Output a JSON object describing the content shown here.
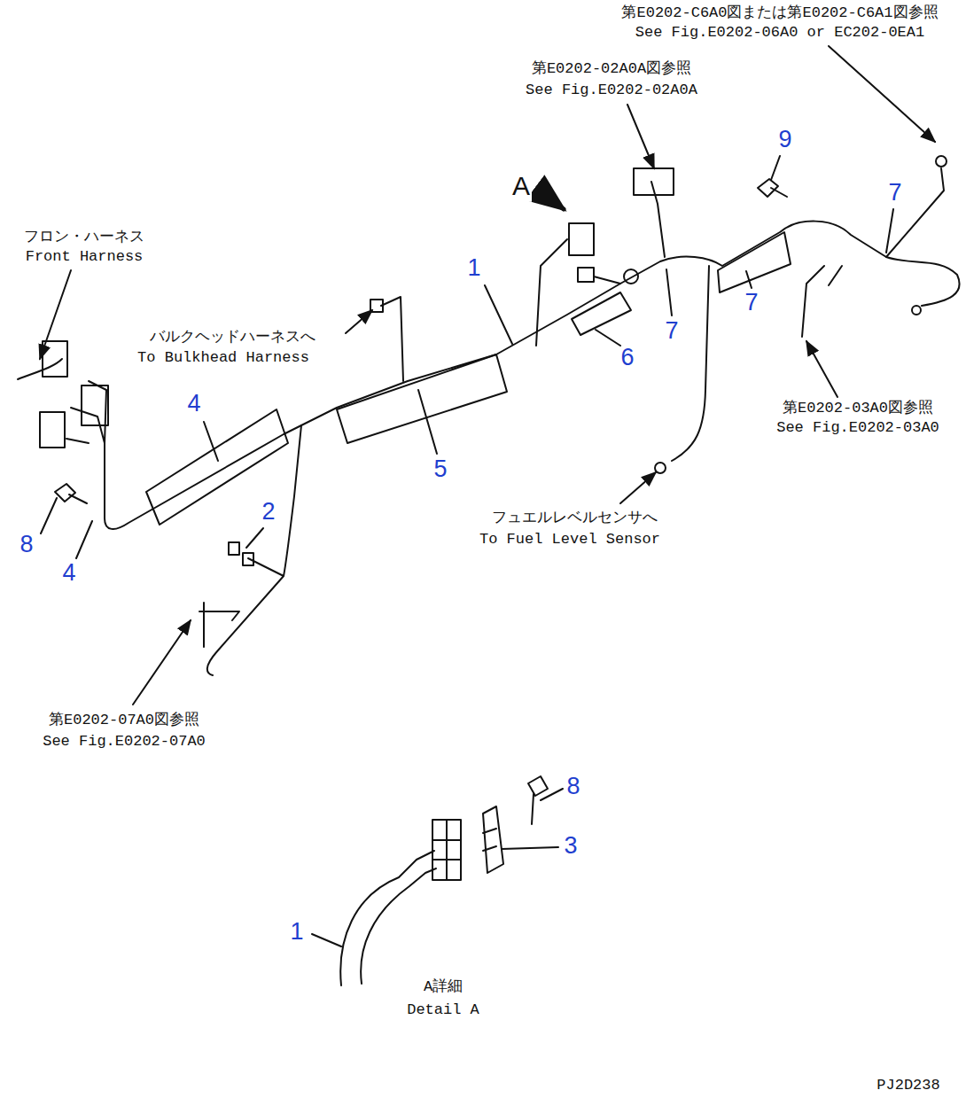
{
  "diagram": {
    "labels": [
      "第E0202-C6A0図または第E0202-C6A1図参照",
      "See Fig.E0202-06A0 or EC202-0EA1",
      "第E0202-02A0A図参照",
      "See Fig.E0202-02A0A",
      "A",
      "9",
      "7",
      "フロン・ハーネス",
      "Front Harness",
      "1",
      "バルクヘッドハーネスへ",
      "To Bulkhead Harness",
      "6",
      "7",
      "7",
      "4",
      "第E0202-03A0図参照",
      "See Fig.E0202-03A0",
      "5",
      "2",
      "フュエルレベルセンサへ",
      "To Fuel Level Sensor",
      "8",
      "4",
      "第E0202-07A0図参照",
      "See Fig.E0202-07A0",
      "8",
      "3",
      "1",
      "A詳細",
      "Detail A",
      "PJ2D238"
    ]
  }
}
